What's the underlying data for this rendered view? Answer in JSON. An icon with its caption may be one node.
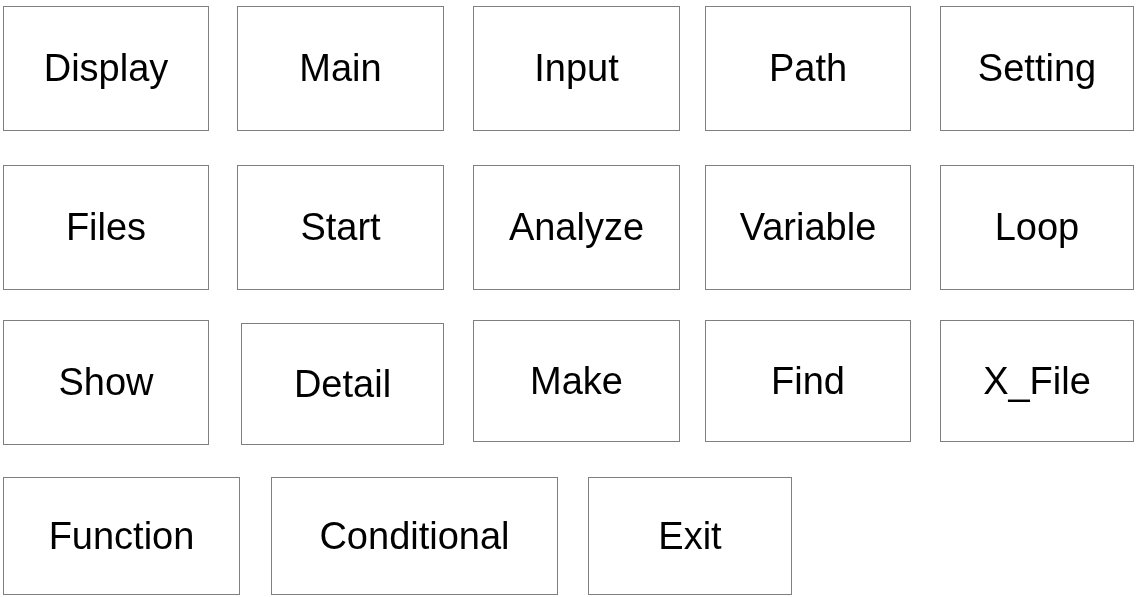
{
  "diagram": {
    "nodes": [
      {
        "text": [
          "Display"
        ]
      },
      {
        "text": [
          "Main"
        ]
      },
      {
        "text": [
          "Input"
        ]
      },
      {
        "text": [
          "Path"
        ]
      },
      {
        "text": [
          "Setting"
        ]
      },
      {
        "text": [
          "Files"
        ]
      },
      {
        "text": [
          "Start"
        ]
      },
      {
        "text": [
          "Analyze"
        ]
      },
      {
        "text": [
          "Variable"
        ]
      },
      {
        "text": [
          "Loop"
        ]
      },
      {
        "text": [
          "Show"
        ]
      },
      {
        "text": [
          "Detail"
        ]
      },
      {
        "text": [
          "Make"
        ]
      },
      {
        "text": [
          "Find"
        ]
      },
      {
        "text": [
          "X_File"
        ]
      },
      {
        "text": [
          "Function"
        ]
      },
      {
        "text": [
          "Conditional"
        ]
      },
      {
        "text": [
          "Exit"
        ]
      }
    ]
  }
}
